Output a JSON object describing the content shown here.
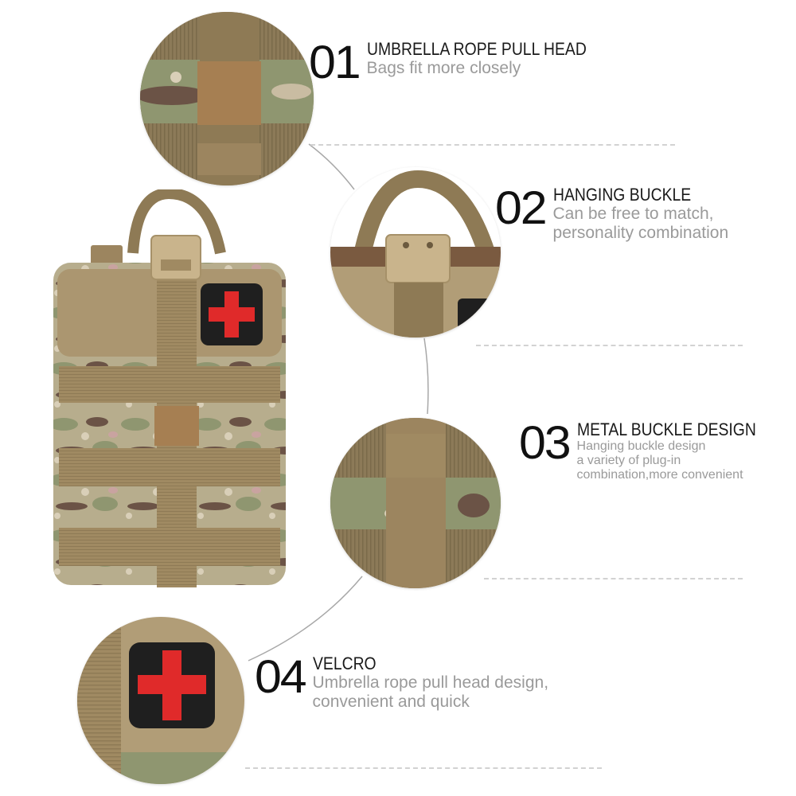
{
  "features": [
    {
      "number": "01",
      "title": "UMBRELLA ROPE PULL HEAD",
      "description_lines": [
        "Bags fit more closely"
      ]
    },
    {
      "number": "02",
      "title": "HANGING BUCKLE",
      "description_lines": [
        "Can be free to match,",
        "personality combination"
      ]
    },
    {
      "number": "03",
      "title": "METAL BUCKLE DESIGN",
      "description_lines": [
        "Hanging buckle design",
        "a variety of plug-in",
        "combination,more convenient"
      ]
    },
    {
      "number": "04",
      "title": "VELCRO",
      "description_lines": [
        "Umbrella rope pull head design,",
        "convenient and quick"
      ]
    }
  ],
  "colors": {
    "background": "#ffffff",
    "webbing_tan": "#9c855f",
    "webbing_dark": "#7d6a49",
    "camo_green": "#8f9670",
    "camo_brown": "#6b5346",
    "camo_light": "#c9bca2",
    "patch_black": "#1f1f1f",
    "cross_red": "#e02a2a",
    "number_text": "#111111",
    "title_text": "#1a1a1a",
    "desc_text": "#9a9a9a",
    "dash_line": "#d2d2d2",
    "connector_line": "#a8a8a8"
  },
  "images": {
    "main": "tactical-first-aid-pouch-camo",
    "detail_1": "umbrella-rope-pull-head-closeup",
    "detail_2": "hanging-buckle-closeup",
    "detail_3": "metal-buckle-webbing-closeup",
    "detail_4": "velcro-red-cross-patch-closeup"
  }
}
